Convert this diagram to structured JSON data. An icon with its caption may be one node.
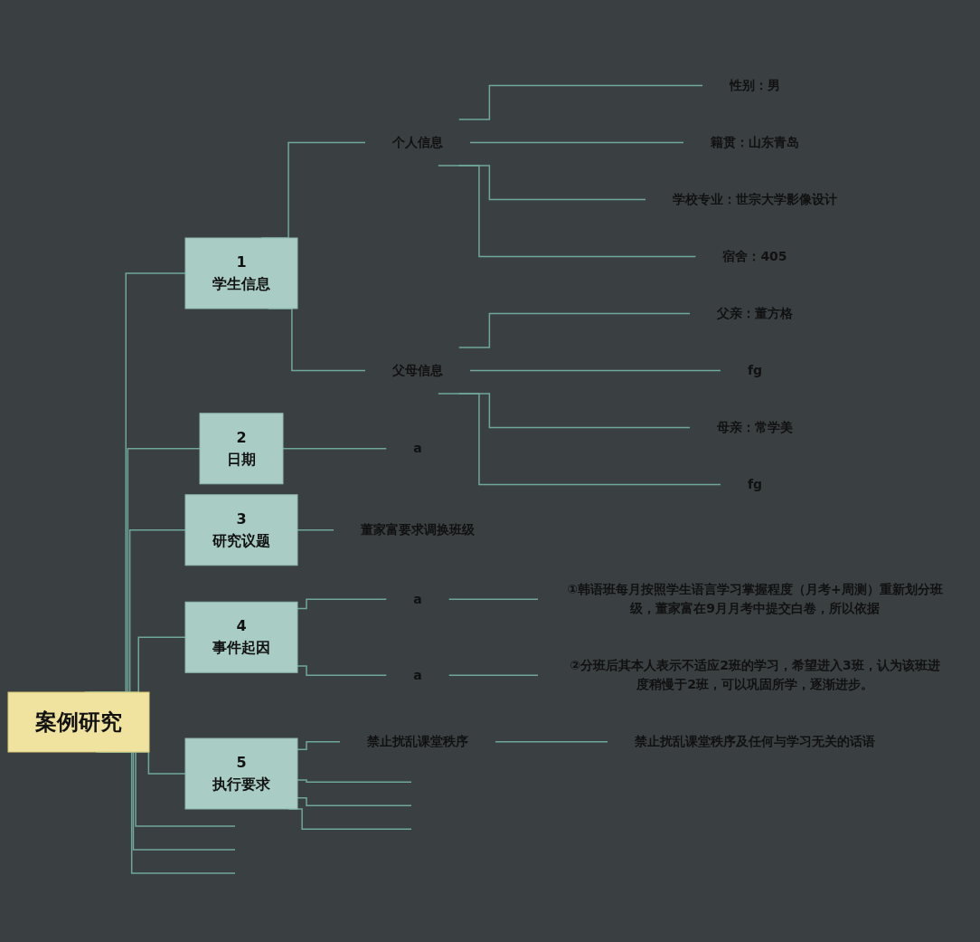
{
  "diagram": {
    "nodes": [
      {
        "text": [
          "案例研究"
        ]
      },
      {
        "text": [
          "1",
          "学生信息"
        ]
      },
      {
        "text": [
          "个人信息"
        ]
      },
      {
        "text": [
          "性别：男"
        ]
      },
      {
        "text": [
          "籍贯：山东青岛"
        ]
      },
      {
        "text": [
          "学校专业：世宗大学影像设计"
        ]
      },
      {
        "text": [
          "宿舍：405"
        ]
      },
      {
        "text": [
          "父母信息"
        ]
      },
      {
        "text": [
          "父亲：董方格"
        ]
      },
      {
        "text": [
          "fg"
        ]
      },
      {
        "text": [
          "母亲：常学美"
        ]
      },
      {
        "text": [
          "fg"
        ]
      },
      {
        "text": [
          "2",
          "日期"
        ]
      },
      {
        "text": [
          "a"
        ]
      },
      {
        "text": [
          "3",
          "研究议题"
        ]
      },
      {
        "text": [
          "董家富要求调换班级"
        ]
      },
      {
        "text": [
          "4",
          "事件起因"
        ]
      },
      {
        "text": [
          "a"
        ]
      },
      {
        "text": [
          "①韩语班每月按照学生语言学习掌握程度（月考+周测）重新划分班级，董家富在9月月考中提交白卷，所以依据"
        ]
      },
      {
        "text": [
          "a"
        ]
      },
      {
        "text": [
          "②分班后其本人表示不适应2班的学习，希望进入3班，认为该班进度稍慢于2班，可以巩固所学，逐渐进步。"
        ]
      },
      {
        "text": [
          "5",
          "执行要求"
        ]
      },
      {
        "text": [
          "禁止扰乱课堂秩序"
        ]
      },
      {
        "text": [
          "禁止扰乱课堂秩序及任何与学习无关的话语"
        ]
      }
    ],
    "edges": [
      {
        "from": 0,
        "to": 1,
        "arrow": "none"
      },
      {
        "from": 1,
        "to": 2,
        "arrow": "none"
      },
      {
        "from": 2,
        "to": 3,
        "arrow": "none"
      },
      {
        "from": 2,
        "to": 4,
        "arrow": "none"
      },
      {
        "from": 2,
        "to": 5,
        "arrow": "none"
      },
      {
        "from": 2,
        "to": 6,
        "arrow": "none"
      },
      {
        "from": 1,
        "to": 7,
        "arrow": "none"
      },
      {
        "from": 7,
        "to": 8,
        "arrow": "none"
      },
      {
        "from": 7,
        "to": 9,
        "arrow": "none"
      },
      {
        "from": 7,
        "to": 10,
        "arrow": "none"
      },
      {
        "from": 7,
        "to": 11,
        "arrow": "none"
      },
      {
        "from": 0,
        "to": 12,
        "arrow": "none"
      },
      {
        "from": 12,
        "to": 13,
        "arrow": "none"
      },
      {
        "from": 0,
        "to": 14,
        "arrow": "none"
      },
      {
        "from": 14,
        "to": 15,
        "arrow": "none"
      },
      {
        "from": 0,
        "to": 16,
        "arrow": "none"
      },
      {
        "from": 16,
        "to": 17,
        "arrow": "none"
      },
      {
        "from": 17,
        "to": 18,
        "arrow": "none"
      },
      {
        "from": 16,
        "to": 19,
        "arrow": "none"
      },
      {
        "from": 19,
        "to": 20,
        "arrow": "none"
      },
      {
        "from": 0,
        "to": 21,
        "arrow": "none"
      },
      {
        "from": 21,
        "to": 22,
        "arrow": "none"
      },
      {
        "from": 22,
        "to": 23,
        "arrow": "none"
      },
      {
        "from": 21,
        "to": null,
        "arrow": "none"
      },
      {
        "from": 21,
        "to": null,
        "arrow": "none"
      },
      {
        "from": 21,
        "to": null,
        "arrow": "none"
      },
      {
        "from": 0,
        "to": null,
        "arrow": "none"
      },
      {
        "from": 0,
        "to": null,
        "arrow": "none"
      },
      {
        "from": 0,
        "to": null,
        "arrow": "none"
      }
    ]
  }
}
